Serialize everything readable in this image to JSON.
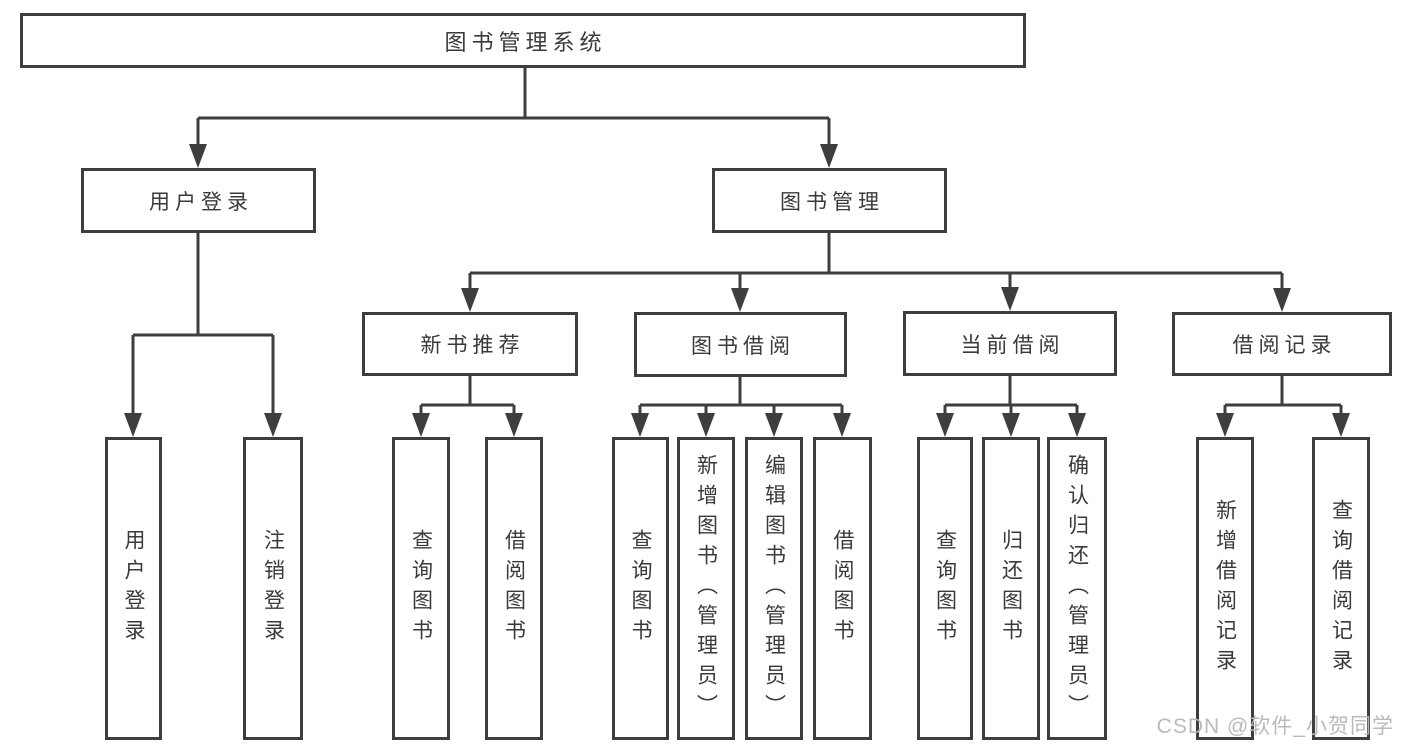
{
  "diagram": {
    "root": {
      "id": "system",
      "label": "图书管理系统"
    },
    "level2": [
      {
        "id": "user-login",
        "label": "用户登录"
      },
      {
        "id": "book-mgmt",
        "label": "图书管理"
      }
    ],
    "level3": [
      {
        "id": "new-book-rec",
        "label": "新书推荐"
      },
      {
        "id": "book-borrow",
        "label": "图书借阅"
      },
      {
        "id": "current-borrow",
        "label": "当前借阅"
      },
      {
        "id": "borrow-records",
        "label": "借阅记录"
      }
    ],
    "leaves": [
      {
        "id": "leaf-user-login",
        "label": "用户登录"
      },
      {
        "id": "leaf-logout",
        "label": "注销登录"
      },
      {
        "id": "leaf-nb-query-book",
        "label": "查询图书"
      },
      {
        "id": "leaf-nb-borrow-book",
        "label": "借阅图书"
      },
      {
        "id": "leaf-bb-query-book",
        "label": "查询图书"
      },
      {
        "id": "leaf-bb-add-book",
        "label": "新增图书（管理员）"
      },
      {
        "id": "leaf-bb-edit-book",
        "label": "编辑图书（管理员）"
      },
      {
        "id": "leaf-bb-borrow-book",
        "label": "借阅图书"
      },
      {
        "id": "leaf-cb-query-book",
        "label": "查询图书"
      },
      {
        "id": "leaf-cb-return-book",
        "label": "归还图书"
      },
      {
        "id": "leaf-cb-confirm-return",
        "label": "确认归还（管理员）"
      },
      {
        "id": "leaf-br-add-record",
        "label": "新增借阅记录"
      },
      {
        "id": "leaf-br-query-record",
        "label": "查询借阅记录"
      }
    ],
    "colors": {
      "line": "#3e3e3e",
      "text": "#3a3a3a",
      "box_background": "#ffffff",
      "watermark": "#b6b6b6"
    }
  },
  "watermark": {
    "text": "CSDN @软件_小贺同学"
  }
}
